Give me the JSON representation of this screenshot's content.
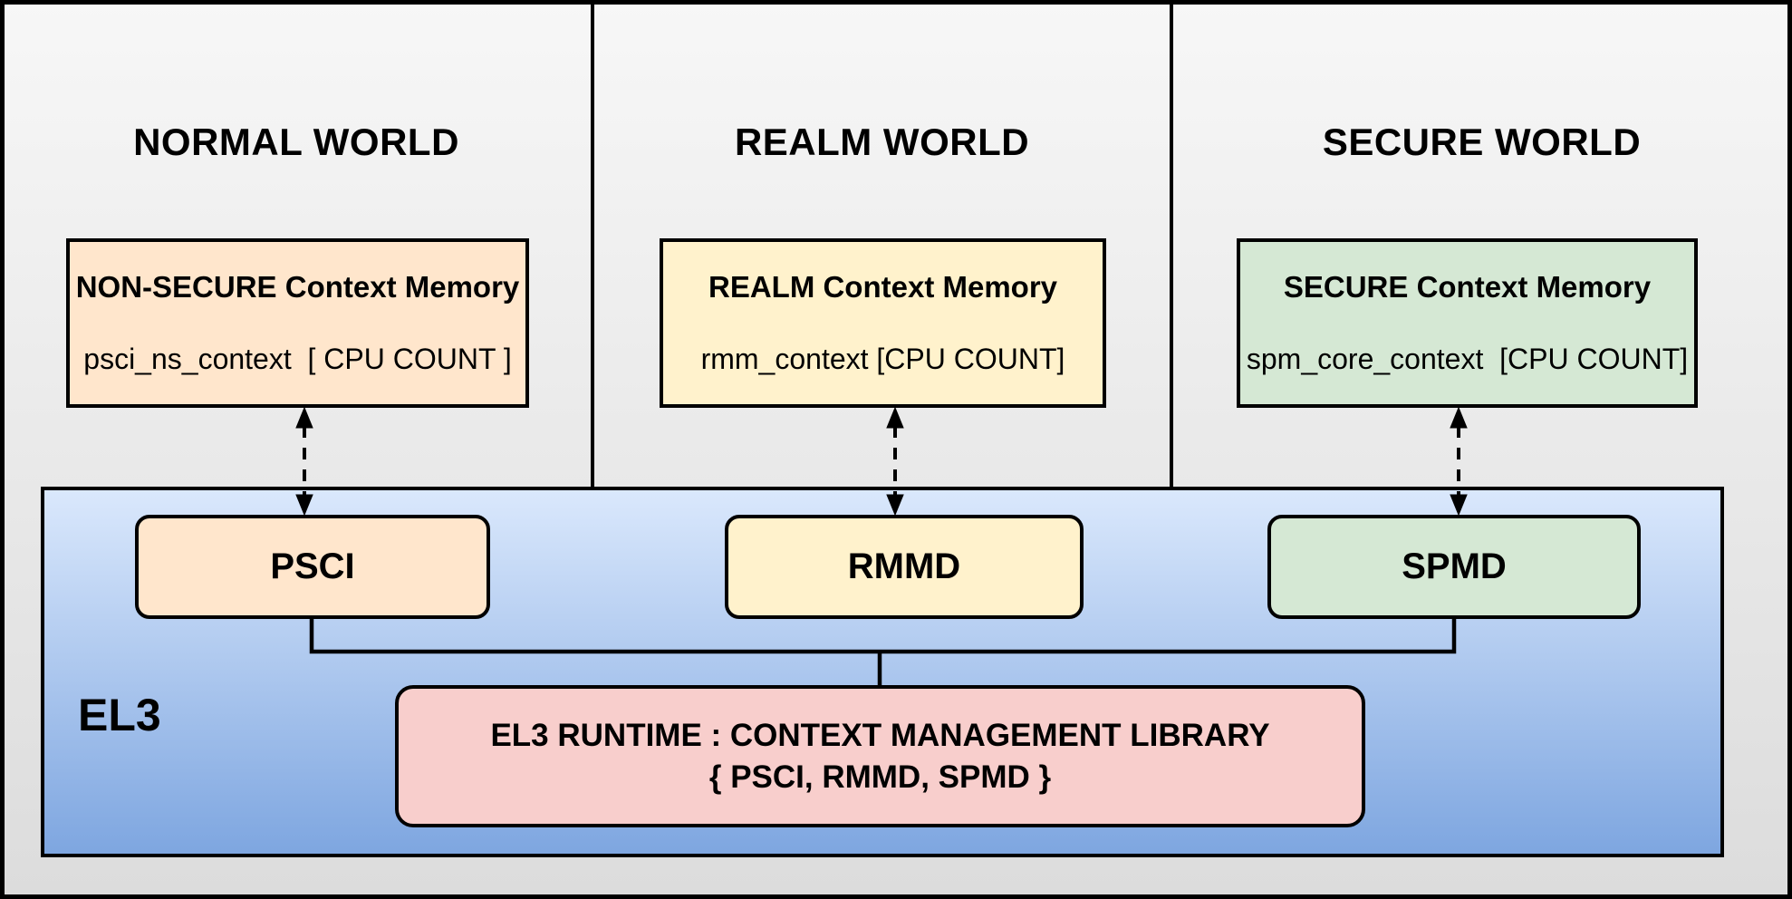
{
  "diagram": {
    "worlds": [
      {
        "title": "NORMAL WORLD",
        "memory": {
          "title": "NON-SECURE Context Memory",
          "value": "psci_ns_context  [ CPU COUNT ]"
        },
        "component": "PSCI"
      },
      {
        "title": "REALM WORLD",
        "memory": {
          "title": "REALM Context Memory",
          "value": "rmm_context [CPU COUNT]"
        },
        "component": "RMMD"
      },
      {
        "title": "SECURE WORLD",
        "memory": {
          "title": "SECURE Context Memory",
          "value": "spm_core_context  [CPU COUNT]"
        },
        "component": "SPMD"
      }
    ],
    "el3": {
      "label": "EL3",
      "runtime_line1": "EL3 RUNTIME : CONTEXT MANAGEMENT LIBRARY",
      "runtime_line2": "{ PSCI, RMMD, SPMD }"
    },
    "colors": {
      "normal_fill": "#FFE6CC",
      "realm_fill": "#FFF2CC",
      "secure_fill": "#D5E8D4",
      "runtime_fill": "#F8CECC",
      "el3_gradient_top": "#DAE8FC",
      "el3_gradient_bottom": "#7EA6E0",
      "line_color": "#000000",
      "page_gradient_top": "#F7F7F7",
      "page_gradient_bottom": "#DCDCDC"
    }
  }
}
